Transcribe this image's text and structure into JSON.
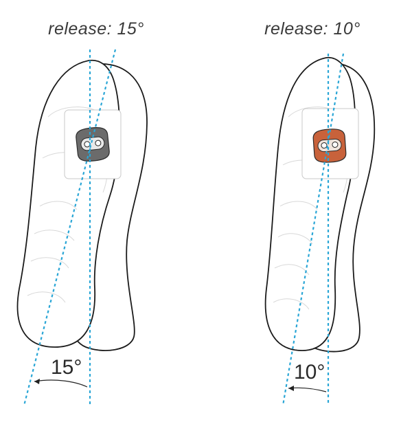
{
  "panels": [
    {
      "title": "release: 15°",
      "angle_label": "15°",
      "angle_deg": 15,
      "cleat_color": "#6b6b6b"
    },
    {
      "title": "release: 10°",
      "angle_label": "10°",
      "angle_deg": 10,
      "cleat_color": "#c8623b"
    }
  ],
  "colors": {
    "axis_line": "#2aa6d6",
    "outline": "#1a1a1a"
  }
}
